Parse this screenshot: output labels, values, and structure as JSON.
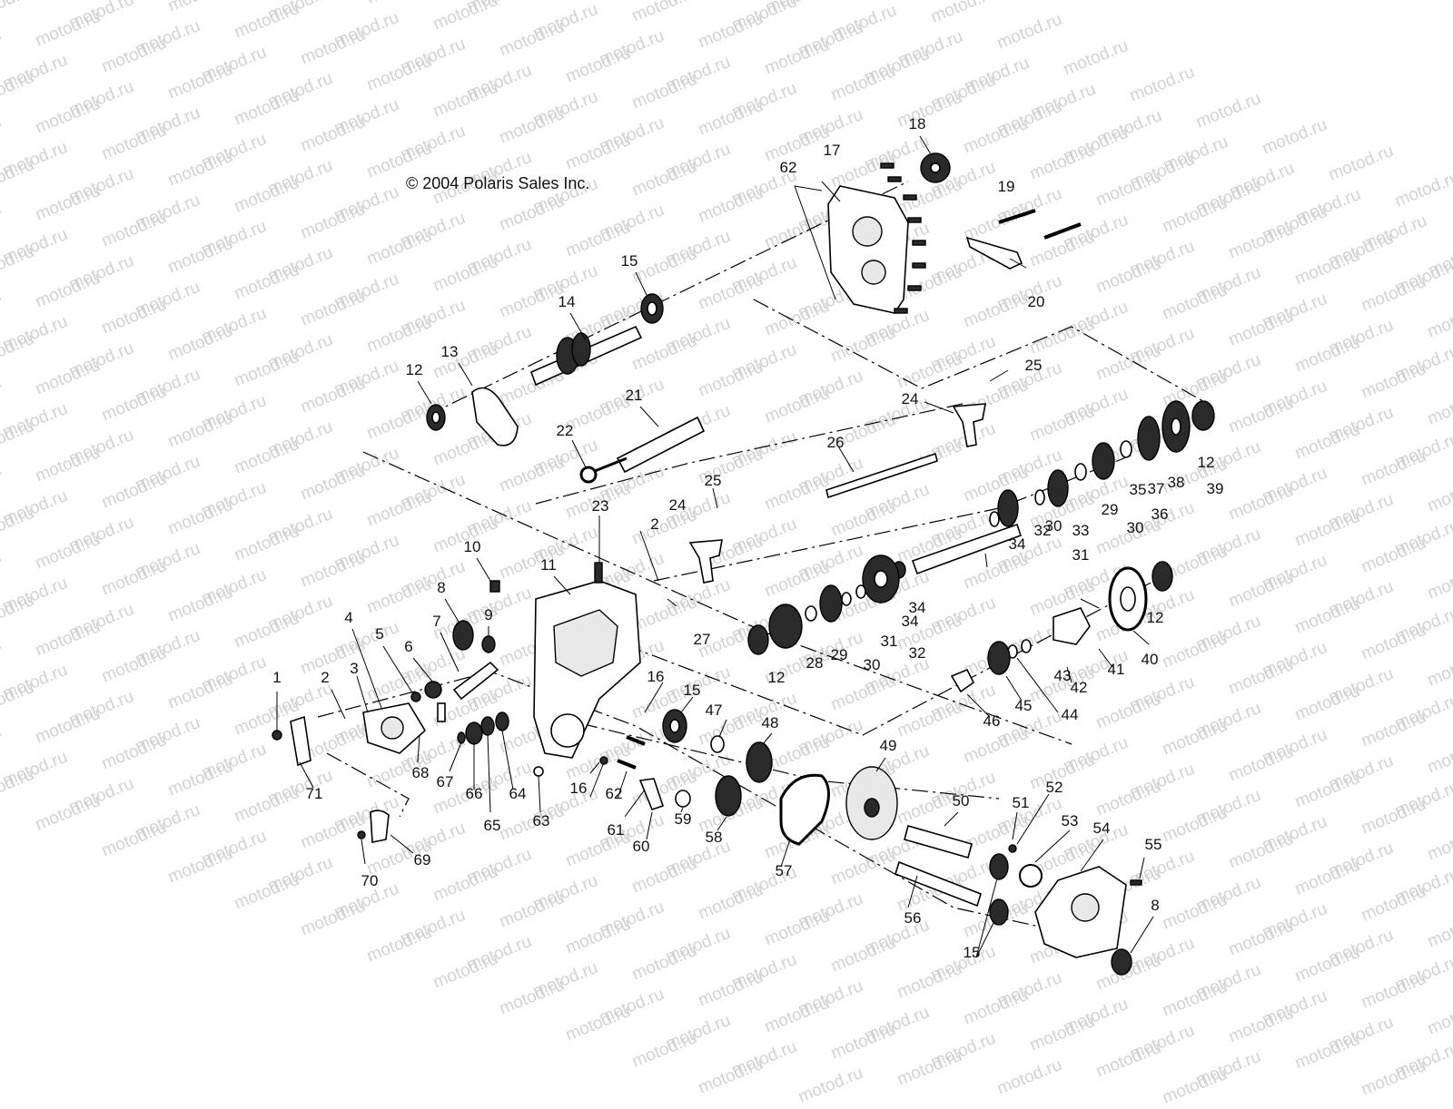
{
  "diagram": {
    "watermark_text": "motod.ru",
    "copyright": "© 2004 Polaris Sales Inc.",
    "callouts": [
      "1",
      "2",
      "2",
      "3",
      "4",
      "5",
      "6",
      "7",
      "8",
      "8",
      "9",
      "10",
      "11",
      "12",
      "12",
      "12",
      "12",
      "13",
      "14",
      "15",
      "15",
      "15",
      "16",
      "16",
      "17",
      "18",
      "19",
      "20",
      "21",
      "22",
      "23",
      "24",
      "24",
      "25",
      "25",
      "26",
      "27",
      "28",
      "29",
      "29",
      "30",
      "30",
      "30",
      "31",
      "31",
      "32",
      "32",
      "33",
      "34",
      "34",
      "34",
      "35",
      "36",
      "37",
      "38",
      "39",
      "40",
      "41",
      "42",
      "43",
      "44",
      "45",
      "46",
      "47",
      "48",
      "49",
      "50",
      "51",
      "52",
      "53",
      "54",
      "55",
      "56",
      "57",
      "58",
      "59",
      "60",
      "61",
      "62",
      "62",
      "63",
      "64",
      "65",
      "66",
      "67",
      "68",
      "69",
      "70",
      "71"
    ]
  }
}
